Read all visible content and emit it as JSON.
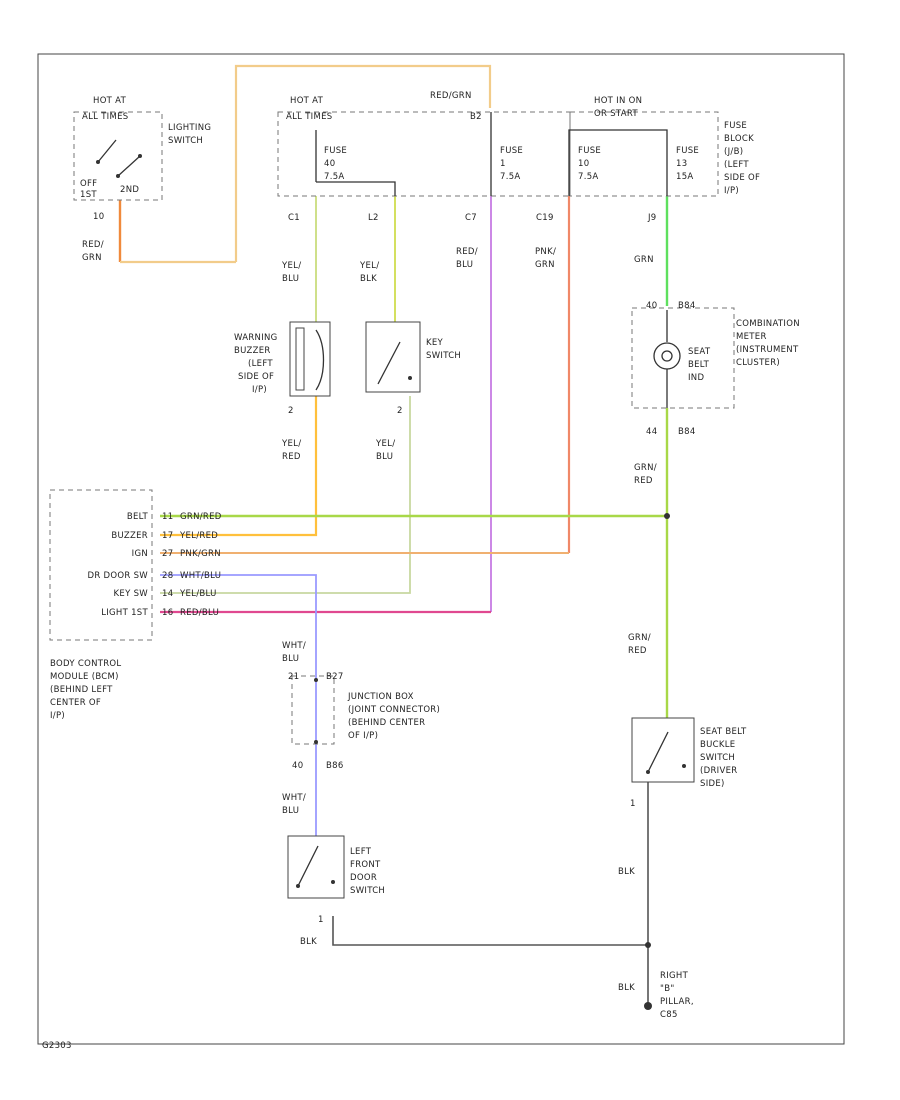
{
  "diagram": {
    "corner_code": "G2303",
    "lighting_switch": {
      "hot_at": "HOT AT",
      "hot_at_sub": "ALL TIMES",
      "name_1": "LIGHTING",
      "name_2": "SWITCH",
      "pos_off": "OFF",
      "pos_1st": "1ST",
      "pos_2nd": "2ND",
      "pin": "10",
      "wire_1": "RED/",
      "wire_2": "GRN"
    },
    "fuse_box_a": {
      "hot_at": "HOT AT",
      "hot_at_sub": "ALL TIMES",
      "redgrn": "RED/GRN",
      "fuse_1a": "FUSE",
      "fuse_1b": "40",
      "fuse_1c": "7.5A",
      "fuse_2a": "FUSE",
      "fuse_2b": "1",
      "fuse_2c": "7.5A",
      "pin_b1": "B2"
    },
    "fuse_box_b": {
      "hot_at": "HOT IN ON",
      "hot_at_sub": "OR START",
      "fuse_1a": "FUSE",
      "fuse_1b": "10",
      "fuse_1c": "7.5A",
      "fuse_2a": "FUSE",
      "fuse_2b": "13",
      "fuse_2c": "15A",
      "label_1": "FUSE",
      "label_2": "BLOCK",
      "label_3": "(J/B)",
      "label_4": "(LEFT",
      "label_5": "SIDE OF",
      "label_6": "I/P)"
    },
    "pins": {
      "c1": "C1",
      "l2": "L2",
      "c7": "C7",
      "c19": "C19",
      "j9": "J9"
    },
    "wires": {
      "yel_blu_1": "YEL/",
      "yel_blu_2": "BLU",
      "yel_blk_1": "YEL/",
      "yel_blk_2": "BLK",
      "red_blu_1": "RED/",
      "red_blu_2": "BLU",
      "pnk_grn_1": "PNK/",
      "pnk_grn_2": "GRN",
      "grn": "GRN",
      "yel_red_1": "YEL/",
      "yel_red_2": "RED",
      "yel_blu2_1": "YEL/",
      "yel_blu2_2": "BLU",
      "grn_red_1": "GRN/",
      "grn_red_2": "RED",
      "grn_red2_1": "GRN/",
      "grn_red2_2": "RED",
      "wht_blu_1": "WHT/",
      "wht_blu_2": "BLU",
      "wht_blu2_1": "WHT/",
      "wht_blu2_2": "BLU",
      "blk_1": "BLK",
      "blk_2": "BLK",
      "blk_3": "BLK"
    },
    "warning_buzzer": {
      "l1": "WARNING",
      "l2": "BUZZER",
      "l3": "(LEFT",
      "l4": "SIDE OF",
      "l5": "I/P)",
      "pin": "2"
    },
    "key_switch": {
      "l1": "KEY",
      "l2": "SWITCH",
      "pin": "2"
    },
    "combination_meter": {
      "pin_top": "40",
      "conn_top": "B84",
      "l1": "COMBINATION",
      "l2": "METER",
      "l3": "(INSTRUMENT",
      "l4": "CLUSTER)",
      "ind_1": "SEAT",
      "ind_2": "BELT",
      "ind_3": "IND",
      "pin_bot": "44",
      "conn_bot": "B84"
    },
    "bcm": {
      "rows": [
        "BELT",
        "BUZZER",
        "IGN",
        "DR DOOR SW",
        "KEY SW",
        "LIGHT 1ST"
      ],
      "pins": [
        "11",
        "17",
        "27",
        "28",
        "14",
        "16"
      ],
      "wires": [
        "GRN/RED",
        "YEL/RED",
        "PNK/GRN",
        "WHT/BLU",
        "YEL/BLU",
        "RED/BLU"
      ],
      "caption": [
        "BODY CONTROL",
        "MODULE (BCM)",
        "(BEHIND LEFT",
        "CENTER OF",
        "I/P)"
      ]
    },
    "junction_box": {
      "pin_top": "21",
      "conn_top": "B27",
      "caption": [
        "JUNCTION BOX",
        "(JOINT CONNECTOR)",
        "(BEHIND CENTER",
        "OF I/P)"
      ],
      "pin_bot": "40",
      "conn_bot": "B86"
    },
    "seat_belt_switch": {
      "caption": [
        "SEAT BELT",
        "BUCKLE",
        "SWITCH",
        "(DRIVER",
        "SIDE)"
      ],
      "pin": "1"
    },
    "door_switch": {
      "caption": [
        "LEFT",
        "FRONT",
        "DOOR",
        "SWITCH"
      ],
      "pin": "1"
    },
    "ground": {
      "caption": [
        "RIGHT",
        "\"B\"",
        "PILLAR,",
        "C85"
      ]
    }
  },
  "colors": {
    "yel_blu": "#cfe08a",
    "yel_blk": "#d4e060",
    "red_blu": "#cc88e6",
    "pnk_grn": "#f08868",
    "grn": "#5ee05e",
    "red_grn": "#f08a3c",
    "tan": "#f2cc8a",
    "yel_red": "#ffc03c",
    "grn_red": "#a8d848",
    "wht_blu": "#9a9aff",
    "yel_blu_b": "#c8d8a0",
    "red_blu_bcm": "#e04890",
    "pnk_grn_bcm": "#f0b070"
  }
}
